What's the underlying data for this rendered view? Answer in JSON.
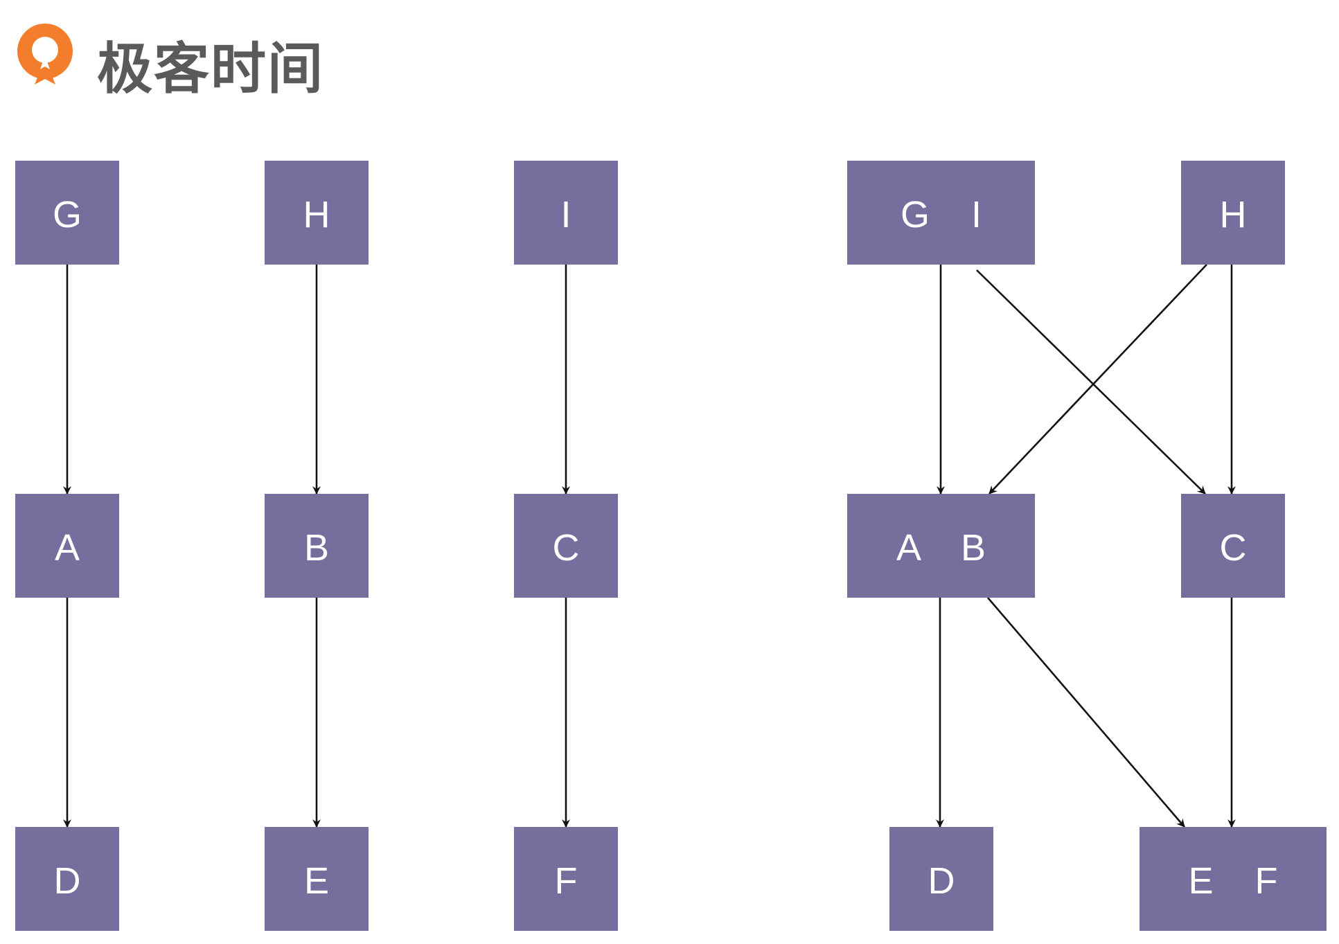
{
  "logo": {
    "text": "极客时间",
    "accent_color": "#f27d2b",
    "icon": "geektime-logo-icon"
  },
  "diagram": {
    "node_color": "#766e9c",
    "label_color": "#ffffff",
    "edge_color": "#111111",
    "left_graph": {
      "nodes": [
        {
          "id": "L-G",
          "label": "G"
        },
        {
          "id": "L-H",
          "label": "H"
        },
        {
          "id": "L-I",
          "label": "I"
        },
        {
          "id": "L-A",
          "label": "A"
        },
        {
          "id": "L-B",
          "label": "B"
        },
        {
          "id": "L-C",
          "label": "C"
        },
        {
          "id": "L-D",
          "label": "D"
        },
        {
          "id": "L-E",
          "label": "E"
        },
        {
          "id": "L-F",
          "label": "F"
        }
      ],
      "edges": [
        {
          "from": "L-G",
          "to": "L-A"
        },
        {
          "from": "L-H",
          "to": "L-B"
        },
        {
          "from": "L-I",
          "to": "L-C"
        },
        {
          "from": "L-A",
          "to": "L-D"
        },
        {
          "from": "L-B",
          "to": "L-E"
        },
        {
          "from": "L-C",
          "to": "L-F"
        }
      ]
    },
    "right_graph": {
      "nodes": [
        {
          "id": "R-GI",
          "label": "G    I"
        },
        {
          "id": "R-H",
          "label": "H"
        },
        {
          "id": "R-AB",
          "label": "A    B"
        },
        {
          "id": "R-C",
          "label": "C"
        },
        {
          "id": "R-D",
          "label": "D"
        },
        {
          "id": "R-EF",
          "label": "E    F"
        }
      ],
      "edges": [
        {
          "from": "R-GI",
          "to": "R-AB"
        },
        {
          "from": "R-GI",
          "to": "R-C"
        },
        {
          "from": "R-H",
          "to": "R-AB"
        },
        {
          "from": "R-H",
          "to": "R-C"
        },
        {
          "from": "R-AB",
          "to": "R-D"
        },
        {
          "from": "R-AB",
          "to": "R-EF"
        },
        {
          "from": "R-C",
          "to": "R-EF"
        }
      ]
    }
  }
}
